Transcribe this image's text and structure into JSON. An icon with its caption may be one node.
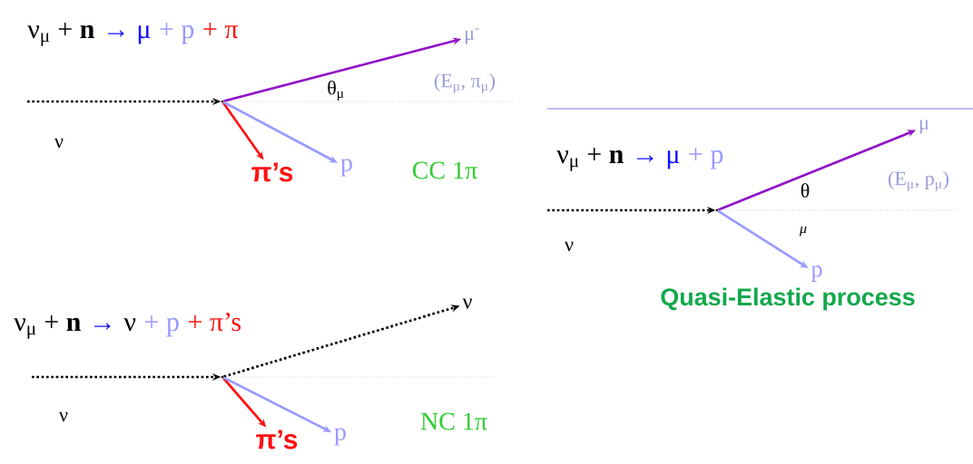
{
  "diagram": {
    "nodes": [
      {
        "text": [],
        "shape": "point"
      },
      {
        "text": [
          "μ$^{-}$"
        ],
        "beside": [
          "(E$_{μ}$, π$_{μ}$)"
        ]
      },
      {
        "text": [
          "π’s"
        ]
      },
      {
        "text": [
          "p"
        ]
      },
      {
        "text": [],
        "shape": "point"
      },
      {
        "text": [
          "μ"
        ],
        "beside": [
          "(E$_{μ}$, p$_{μ}$)"
        ]
      },
      {
        "text": [
          "p"
        ]
      },
      {
        "text": [],
        "shape": "point"
      },
      {
        "text": [
          "ν"
        ]
      },
      {
        "text": [
          "π’s"
        ]
      },
      {
        "text": [
          "p"
        ]
      }
    ],
    "edges": [
      {
        "from": null,
        "to": 0,
        "arrow": "to",
        "style": "dashed",
        "color": "#000000"
      },
      {
        "from": 0,
        "to": 1,
        "arrow": "to",
        "color": "#9013c8"
      },
      {
        "from": 0,
        "to": 2,
        "arrow": "to",
        "color": "#ff1010"
      },
      {
        "from": 0,
        "to": 3,
        "arrow": "to",
        "color": "#9999ff"
      },
      {
        "from": null,
        "to": 4,
        "arrow": "to",
        "style": "dashed",
        "color": "#000000"
      },
      {
        "from": 4,
        "to": 5,
        "arrow": "to",
        "color": "#9013c8"
      },
      {
        "from": 4,
        "to": 6,
        "arrow": "to",
        "color": "#9999ff"
      },
      {
        "from": null,
        "to": 7,
        "arrow": "to",
        "style": "dashed",
        "color": "#000000"
      },
      {
        "from": 7,
        "to": 8,
        "arrow": "to",
        "style": "dashed",
        "color": "#000000"
      },
      {
        "from": 7,
        "to": 9,
        "arrow": "to",
        "color": "#ff1010"
      },
      {
        "from": 7,
        "to": 10,
        "arrow": "to",
        "color": "#9999ff"
      }
    ],
    "labels": [
      "ν$_{μ}$ + **n**",
      "→ μ",
      "+ p",
      "+ π",
      "θ$_{μ}$",
      "ν",
      "CC 1π",
      "ν$_{μ}$ + **n**",
      "→ μ",
      "+ p",
      "θ",
      "μ",
      "ν",
      "Quasi-Elastic process",
      "ν$_{μ}$ + **n**",
      "→",
      "ν",
      "+ p",
      "+ π’s",
      "ν",
      "NC 1π"
    ]
  }
}
